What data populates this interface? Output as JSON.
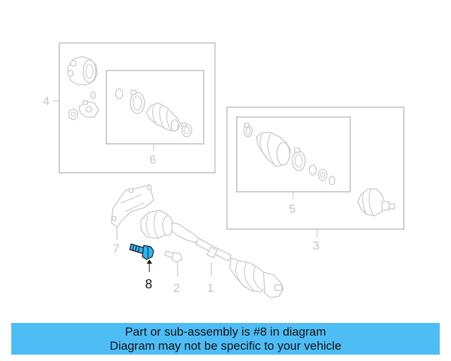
{
  "callouts": {
    "c1": "1",
    "c2": "2",
    "c3": "3",
    "c4": "4",
    "c5": "5",
    "c6": "6",
    "c7": "7",
    "c8": "8"
  },
  "banner": {
    "line1": "Part or sub-assembly is #8 in diagram",
    "line2": "Diagram may not be specific to your vehicle"
  },
  "colors": {
    "highlight": "#2bb4f0",
    "banner_bg": "#4ebdf5",
    "line_gray": "#c8c8c8"
  }
}
